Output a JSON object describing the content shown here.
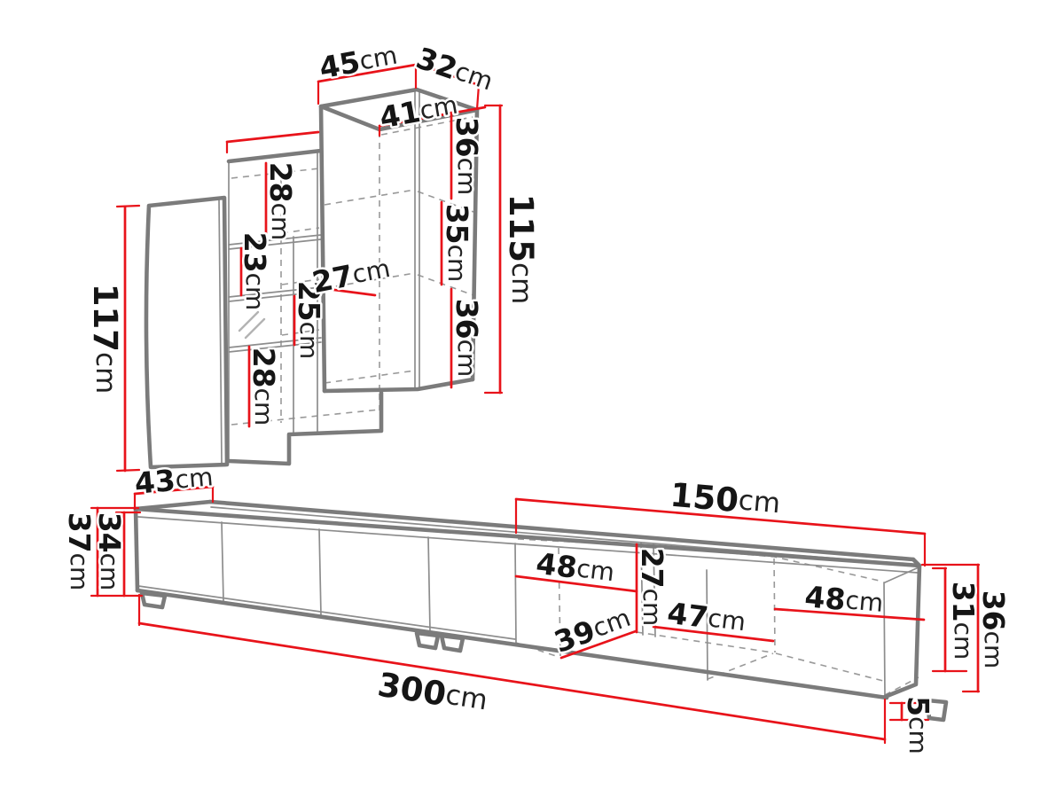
{
  "meta": {
    "description": "Furniture technical dimension diagram: wall unit and TV stand with red measurement lines",
    "colors": {
      "dim": "#e8131a",
      "outline": "#7b7b7b",
      "outline2": "#8d8d8d",
      "dash": "#999999",
      "ink": "#151515",
      "bg": "#ffffff"
    }
  },
  "wall_unit": {
    "labels": {
      "top_width": {
        "v": "45",
        "u": "cm"
      },
      "top_depth": {
        "v": "32",
        "u": "cm"
      },
      "inner_width": {
        "v": "41",
        "u": "cm"
      },
      "shelf_top": {
        "v": "36",
        "u": "cm"
      },
      "shelf_mid": {
        "v": "35",
        "u": "cm"
      },
      "shelf_bottom": {
        "v": "36",
        "u": "cm"
      },
      "cabinet_height": {
        "v": "115",
        "u": "cm"
      },
      "comp_1": {
        "v": "28",
        "u": "cm"
      },
      "comp_2": {
        "v": "23",
        "u": "cm"
      },
      "comp_3": {
        "v": "25",
        "u": "cm"
      },
      "shelf_depth": {
        "v": "27",
        "u": "cm"
      },
      "comp_4": {
        "v": "28",
        "u": "cm"
      },
      "door_height": {
        "v": "117",
        "u": "cm"
      }
    }
  },
  "tv_stand": {
    "labels": {
      "depth_top": {
        "v": "43",
        "u": "cm"
      },
      "half_length": {
        "v": "150",
        "u": "cm"
      },
      "height_outer": {
        "v": "37",
        "u": "cm"
      },
      "height_inner": {
        "v": "34",
        "u": "cm"
      },
      "comp_left_width": {
        "v": "48",
        "u": "cm"
      },
      "inner_height": {
        "v": "27",
        "u": "cm"
      },
      "comp_mid_width": {
        "v": "47",
        "u": "cm"
      },
      "comp_right_width": {
        "v": "48",
        "u": "cm"
      },
      "inner_depth": {
        "v": "39",
        "u": "cm"
      },
      "end_height_outer": {
        "v": "36",
        "u": "cm"
      },
      "end_height_inner": {
        "v": "31",
        "u": "cm"
      },
      "leg_height": {
        "v": "5",
        "u": "cm"
      },
      "total_length": {
        "v": "300",
        "u": "cm"
      }
    }
  }
}
